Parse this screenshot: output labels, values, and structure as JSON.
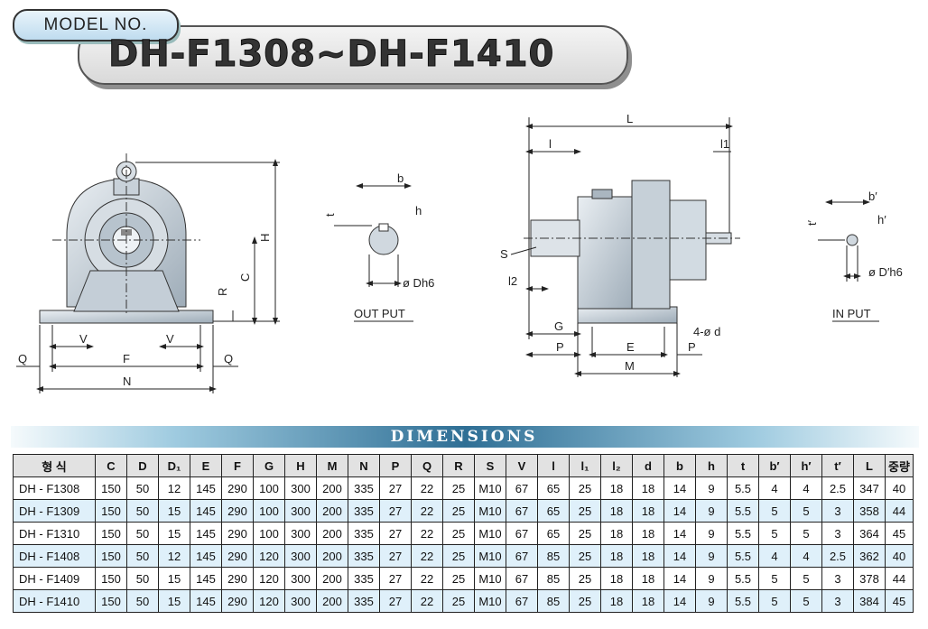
{
  "header": {
    "model_label": "MODEL NO.",
    "title": "DH-F1308~DH-F1410"
  },
  "drawing": {
    "front_labels": {
      "H": "H",
      "C": "C",
      "R": "R",
      "V1": "V",
      "V2": "V",
      "Q1": "Q",
      "Q2": "Q",
      "F": "F",
      "N": "N"
    },
    "output_shaft": {
      "b": "b",
      "t": "t",
      "h": "h",
      "dia": "ø Dh6",
      "caption": "OUT  PUT"
    },
    "side_labels": {
      "L": "L",
      "l": "l",
      "l1": "l1",
      "S": "S",
      "l2": "l2",
      "G": "G",
      "P1": "P",
      "P2": "P",
      "E": "E",
      "M": "M",
      "holes": "4-ø d"
    },
    "input_shaft": {
      "b": "b′",
      "t": "t′",
      "h": "h′",
      "dia": "ø D′h6",
      "caption": "IN  PUT"
    }
  },
  "dimensions": {
    "title": "DIMENSIONS",
    "headers": [
      "형 식",
      "C",
      "D",
      "D₁",
      "E",
      "F",
      "G",
      "H",
      "M",
      "N",
      "P",
      "Q",
      "R",
      "S",
      "V",
      "l",
      "l₁",
      "l₂",
      "d",
      "b",
      "h",
      "t",
      "b′",
      "h′",
      "t′",
      "L",
      "중량"
    ],
    "rows": [
      [
        "DH - F1308",
        "150",
        "50",
        "12",
        "145",
        "290",
        "100",
        "300",
        "200",
        "335",
        "27",
        "22",
        "25",
        "M10",
        "67",
        "65",
        "25",
        "18",
        "18",
        "14",
        "9",
        "5.5",
        "4",
        "4",
        "2.5",
        "347",
        "40"
      ],
      [
        "DH - F1309",
        "150",
        "50",
        "15",
        "145",
        "290",
        "100",
        "300",
        "200",
        "335",
        "27",
        "22",
        "25",
        "M10",
        "67",
        "65",
        "25",
        "18",
        "18",
        "14",
        "9",
        "5.5",
        "5",
        "5",
        "3",
        "358",
        "44"
      ],
      [
        "DH - F1310",
        "150",
        "50",
        "15",
        "145",
        "290",
        "100",
        "300",
        "200",
        "335",
        "27",
        "22",
        "25",
        "M10",
        "67",
        "65",
        "25",
        "18",
        "18",
        "14",
        "9",
        "5.5",
        "5",
        "5",
        "3",
        "364",
        "45"
      ],
      [
        "DH - F1408",
        "150",
        "50",
        "12",
        "145",
        "290",
        "120",
        "300",
        "200",
        "335",
        "27",
        "22",
        "25",
        "M10",
        "67",
        "85",
        "25",
        "18",
        "18",
        "14",
        "9",
        "5.5",
        "4",
        "4",
        "2.5",
        "362",
        "40"
      ],
      [
        "DH - F1409",
        "150",
        "50",
        "15",
        "145",
        "290",
        "120",
        "300",
        "200",
        "335",
        "27",
        "22",
        "25",
        "M10",
        "67",
        "85",
        "25",
        "18",
        "18",
        "14",
        "9",
        "5.5",
        "5",
        "5",
        "3",
        "378",
        "44"
      ],
      [
        "DH - F1410",
        "150",
        "50",
        "15",
        "145",
        "290",
        "120",
        "300",
        "200",
        "335",
        "27",
        "22",
        "25",
        "M10",
        "67",
        "85",
        "25",
        "18",
        "18",
        "14",
        "9",
        "5.5",
        "5",
        "5",
        "3",
        "384",
        "45"
      ]
    ]
  },
  "colors": {
    "band": "#2f6f95",
    "row_alt": "#dff0fa",
    "casting": "#c9d3dc"
  }
}
